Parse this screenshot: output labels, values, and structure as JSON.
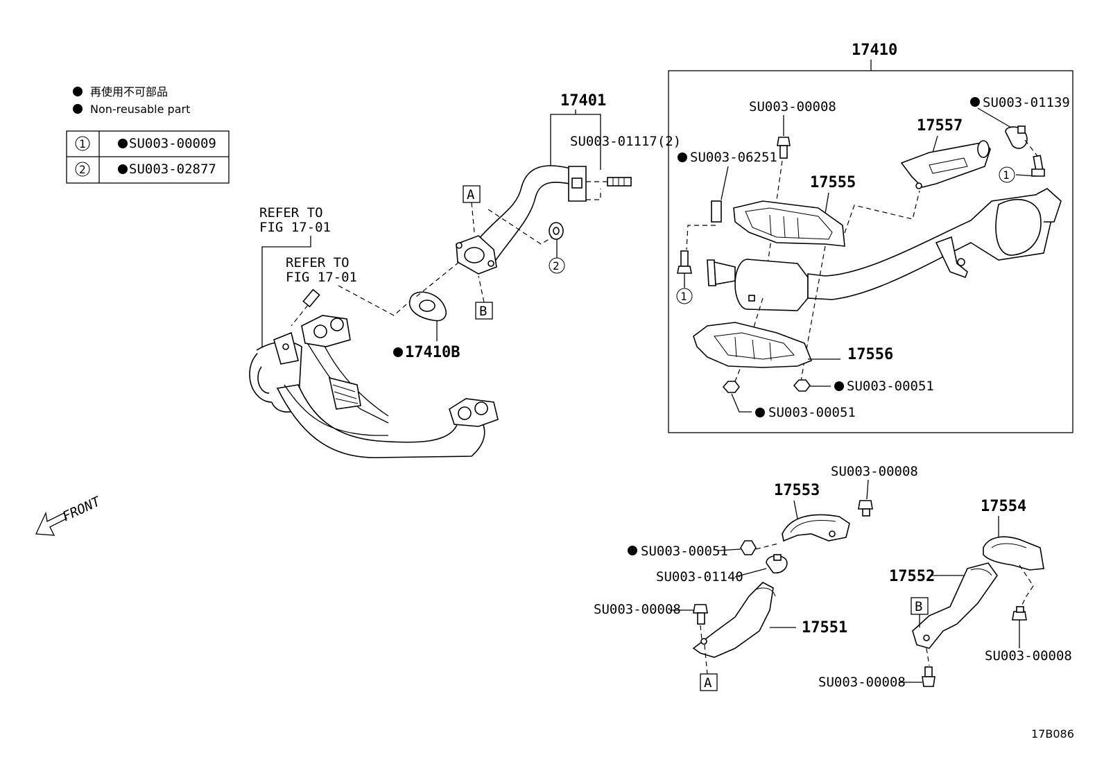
{
  "legend": {
    "jp_note": "再使用不可部品",
    "en_note": "Non-reusable part",
    "table": [
      {
        "num": "1",
        "part": "SU003-00009"
      },
      {
        "num": "2",
        "part": "SU003-02877"
      }
    ]
  },
  "labels": {
    "refer1_a": "REFER TO",
    "refer1_b": "FIG 17-01",
    "refer2_a": "REFER TO",
    "refer2_b": "FIG 17-01",
    "front": "FRONT",
    "p17401": "17401",
    "p17401_stud": "SU003-01117(2)",
    "p17410B": "17410B",
    "callout_A": "A",
    "callout_B": "B",
    "circle_2": "2",
    "p17410": "17410",
    "su00008_top": "SU003-00008",
    "su06251": "SU003-06251",
    "p17555": "17555",
    "p17557": "17557",
    "su01139": "SU003-01139",
    "circle_1a": "1",
    "circle_1b": "1",
    "p17556": "17556",
    "su00051_right": "SU003-00051",
    "su00051_bottom": "SU003-00051",
    "su00008_a": "SU003-00008",
    "p17553": "17553",
    "su00051_c": "SU003-00051",
    "su01140": "SU003-01140",
    "su00008_b": "SU003-00008",
    "p17551": "17551",
    "callout_A2": "A",
    "p17554": "17554",
    "p17552": "17552",
    "callout_B2": "B",
    "su00008_c": "SU003-00008",
    "su00008_d": "SU003-00008",
    "ref_code": "17B086"
  }
}
